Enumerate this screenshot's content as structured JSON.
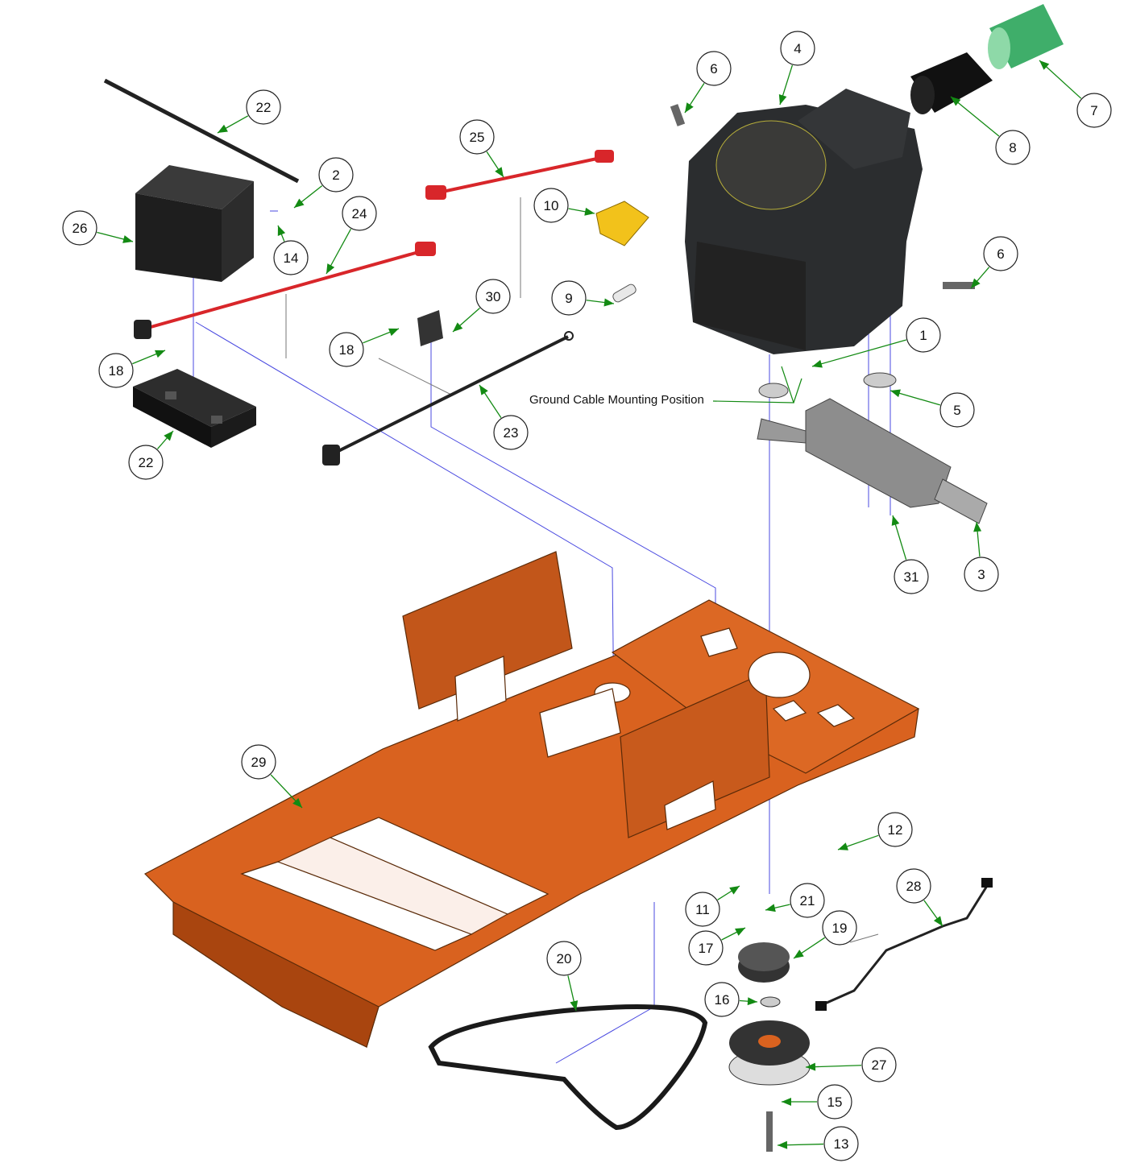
{
  "diagram": {
    "type": "exploded-parts-diagram",
    "note": "Ground Cable Mounting Position",
    "colors": {
      "frame": "#d9621f",
      "engine": "#2b2d2f",
      "leader": "#138a13",
      "guide": "#3a3ad6",
      "cable_red": "#d8262a",
      "oil_filter": "#f2c21b",
      "air_filter_outer": "#3fae6a"
    },
    "callouts": [
      "22",
      "2",
      "25",
      "24",
      "26",
      "14",
      "10",
      "6",
      "4",
      "8",
      "7",
      "6",
      "9",
      "30",
      "18",
      "18",
      "1",
      "5",
      "23",
      "22",
      "31",
      "3",
      "29",
      "12",
      "28",
      "21",
      "11",
      "19",
      "17",
      "20",
      "16",
      "27",
      "15",
      "13"
    ]
  }
}
